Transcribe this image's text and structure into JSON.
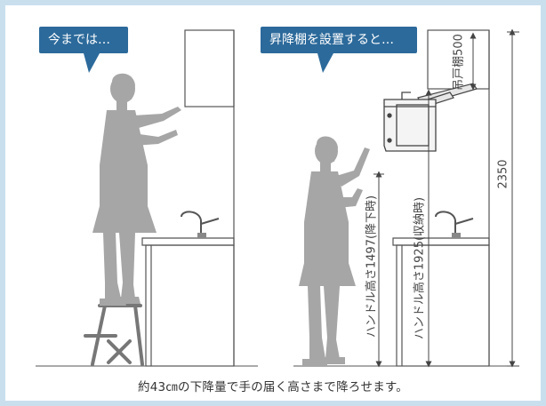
{
  "bubbles": {
    "before": "今までは…",
    "after": "昇降棚を設置すると…"
  },
  "labels": {
    "handle_lowered": "ハンドル高さ1497(降下時)",
    "handle_stored": "ハンドル高さ1925(収納時)",
    "shelf": "吊戸棚500",
    "total_height": "2350"
  },
  "caption": "約43㎝の下降量で手の届く高さまで降ろせます。",
  "colors": {
    "accent": "#2c6a9b",
    "frame": "#c9dfee",
    "silhouette": "#a6a6a6",
    "line": "#555555"
  },
  "icons": [
    "speech-bubble-tail",
    "dimension-arrow"
  ]
}
